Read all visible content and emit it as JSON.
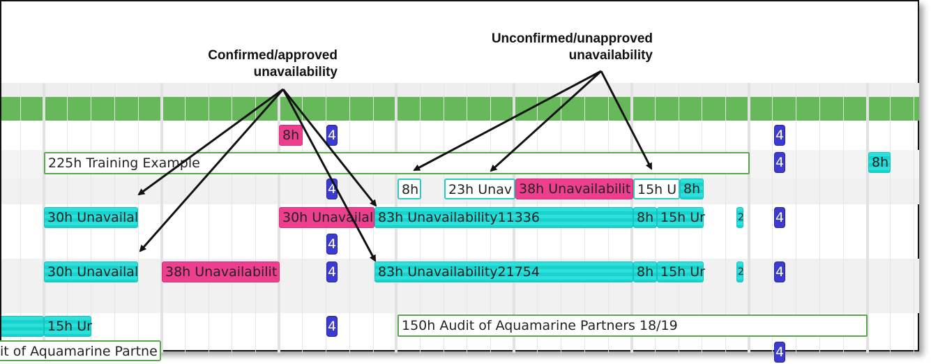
{
  "annotations": {
    "confirmed_line1": "Confirmed/approved",
    "confirmed_line2": "unavailability",
    "unconfirmed_line1": "Unconfirmed/unapproved",
    "unconfirmed_line2": "unavailability"
  },
  "bars": {
    "r1_pink_8h": "8h",
    "r1_badge": "4",
    "r1_badge2": "4",
    "r2_training": "225h Training Example",
    "r2_badge": "4",
    "r2_right_8h": "8h",
    "r3_badge": "4",
    "r3_outline_8h": "8h",
    "r3_outline_23h": "23h Unav",
    "r3_pink_38h": "38h Unavailabilit",
    "r3_outline_15h": "15h U",
    "r3_cyan_8h": "8h",
    "r4_cyan_30h": "30h Unavailal",
    "r4_pink_30h": "30h Unavailal",
    "r4_cyan_83h": "83h Unavailability11336",
    "r4_cyan_8h": "8h",
    "r4_cyan_15h": "15h Ur",
    "r4_small": "2",
    "r4_badge": "4",
    "r5_badge": "4",
    "r6_cyan_30h": "30h Unavailal",
    "r6_pink_38h": "38h Unavailabilit",
    "r6_badge": "4",
    "r6_cyan_83h": "83h Unavailability21754",
    "r6_cyan_8h": "8h",
    "r6_cyan_15h": "15h Ur",
    "r6_small": "2",
    "r6_badge2": "4",
    "r7_cyan_15h": "15h Ur",
    "r7_badge": "4",
    "r7_audit": "150h Audit of Aquamarine Partners 18/19",
    "r8_audit_left": "it of Aquamarine Partne",
    "r8_badge": "4"
  },
  "colors": {
    "confirmed": "#18d2cd",
    "pink": "#ee3f8f",
    "project_outline": "#5aa84e",
    "badge": "#3b3bd0",
    "header_green": "#66b85a"
  }
}
